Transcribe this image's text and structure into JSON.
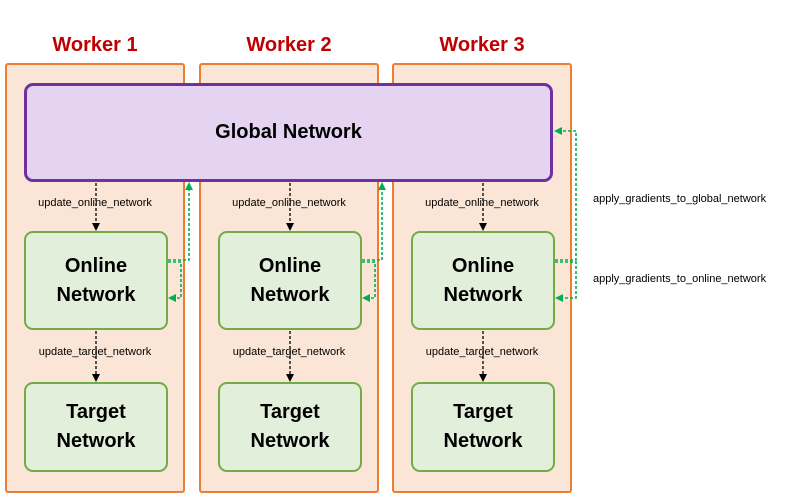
{
  "workers": [
    {
      "title": "Worker 1",
      "online": "Online\nNetwork",
      "target": "Target\nNetwork",
      "update_online": "update_online_network",
      "update_target": "update_target_network"
    },
    {
      "title": "Worker 2",
      "online": "Online\nNetwork",
      "target": "Target\nNetwork",
      "update_online": "update_online_network",
      "update_target": "update_target_network"
    },
    {
      "title": "Worker 3",
      "online": "Online\nNetwork",
      "target": "Target\nNetwork",
      "update_online": "update_online_network",
      "update_target": "update_target_network"
    }
  ],
  "global_network": "Global Network",
  "side_labels": {
    "apply_global": "apply_gradients_to_global_network",
    "apply_online": "apply_gradients_to_online_network"
  },
  "colors": {
    "worker_title": "#c00000",
    "worker_fill": "#fbe5d6",
    "worker_border": "#ed7d31",
    "global_fill": "#e4d4f1",
    "global_border": "#7030a0",
    "net_fill": "#e2efda",
    "net_border": "#70ad47",
    "gradient_arrow": "#00b050",
    "update_arrow": "#000000"
  }
}
